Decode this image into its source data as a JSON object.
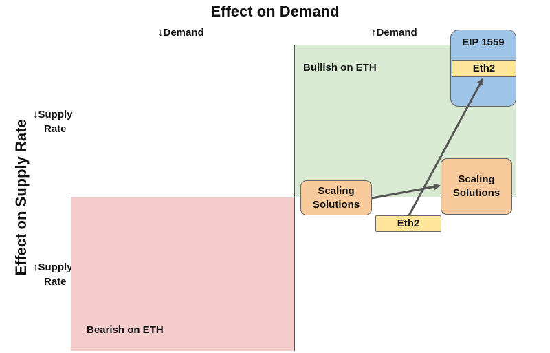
{
  "title": "Effect on Demand",
  "y_axis_title": "Effect on Supply Rate",
  "x_labels": {
    "left": "↓Demand",
    "right": "↑Demand"
  },
  "y_labels": {
    "top_line1": "↓Supply",
    "top_line2": "Rate",
    "bottom_line1": "↑Supply",
    "bottom_line2": "Rate"
  },
  "quadrants": {
    "bullish": "Bullish on ETH",
    "bearish": "Bearish on ETH"
  },
  "boxes": {
    "scaling_start_line1": "Scaling",
    "scaling_start_line2": "Solutions",
    "eth2_start": "Eth2",
    "scaling_end_line1": "Scaling",
    "scaling_end_line2": "Solutions",
    "eip": "EIP 1559",
    "eth2_end": "Eth2"
  },
  "colors": {
    "bullish_fill": "#d9ead3",
    "bearish_fill": "#f4cccc",
    "orange_box": "#f9cb9c",
    "yellow_box": "#ffe599",
    "blue_box": "#9fc5e8",
    "arrow": "#555555"
  }
}
